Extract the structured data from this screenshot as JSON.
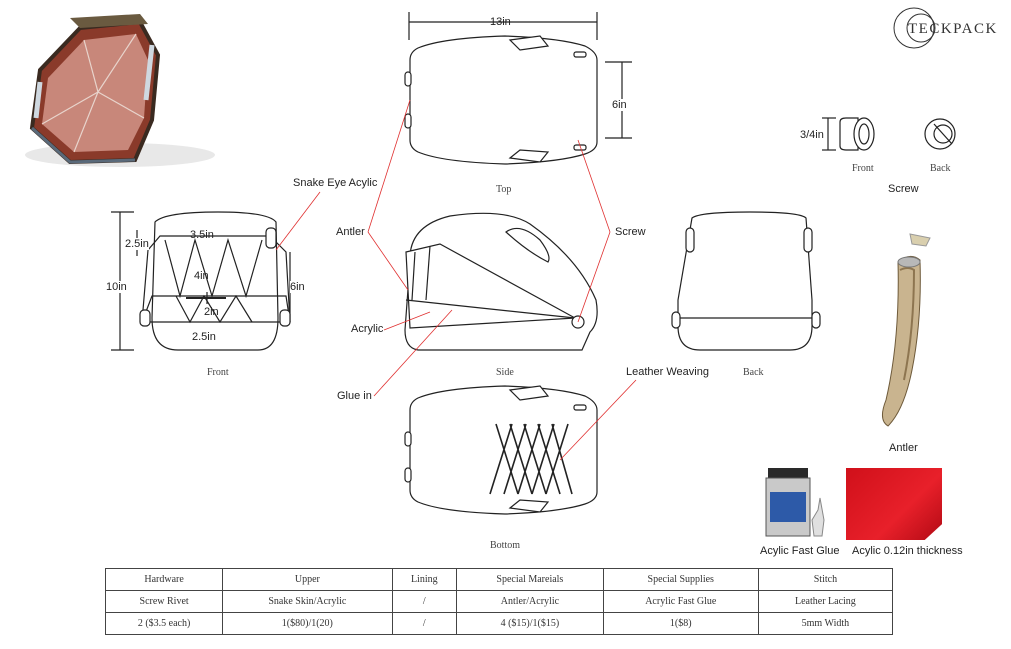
{
  "brand": {
    "logo_text": "TECKPACK"
  },
  "views": {
    "top": "Top",
    "front": "Front",
    "side": "Side",
    "back": "Back",
    "bottom": "Bottom"
  },
  "dimensions": {
    "top_width": "13in",
    "top_height": "6in",
    "front_height": "10in",
    "front_upper": "2.5in",
    "front_top": "3.5in",
    "front_mid": "4in",
    "front_side": "6in",
    "front_inner": "2in",
    "front_bottom": "2.5in",
    "screw_size": "3/4in"
  },
  "callouts": {
    "snake_eye": "Snake Eye Acylic",
    "antler": "Antler",
    "screw": "Screw",
    "acrylic": "Acrylic",
    "glue_in": "Glue in",
    "leather_weaving": "Leather Weaving"
  },
  "screw_panel": {
    "front": "Front",
    "back": "Back",
    "title": "Screw"
  },
  "materials": {
    "antler": "Antler",
    "glue": "Acylic Fast Glue",
    "acrylic_sheet": "Acylic 0.12in thickness"
  },
  "spec_table": {
    "headers": [
      "Hardware",
      "Upper",
      "Lining",
      "Special Mareials",
      "Special Supplies",
      "Stitch"
    ],
    "rows": [
      [
        "Screw Rivet",
        "Snake Skin/Acrylic",
        "/",
        "Antler/Acrylic",
        "Acrylic Fast Glue",
        "Leather Lacing"
      ],
      [
        "2  ($3.5 each)",
        "1($80)/1(20)",
        "/",
        "4 ($15)/1($15)",
        "1($8)",
        "5mm Width"
      ]
    ]
  }
}
